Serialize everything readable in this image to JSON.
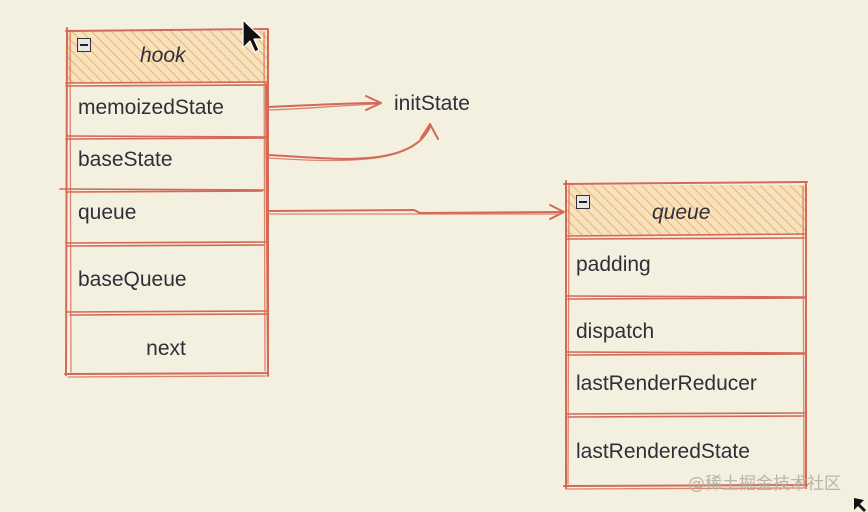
{
  "colors": {
    "background": "#f4f0e0",
    "stroke": "#d46a55",
    "header_fill": "#f3c98a",
    "text": "#2f2f3a"
  },
  "hook": {
    "title": "hook",
    "fields": [
      "memoizedState",
      "baseState",
      "queue",
      "baseQueue",
      "next"
    ]
  },
  "queue": {
    "title": "queue",
    "fields": [
      "padding",
      "dispatch",
      "lastRenderReducer",
      "lastRenderedState"
    ]
  },
  "init_state": {
    "label": "initState"
  },
  "watermark": {
    "text": "@稀土掘金技术社区"
  },
  "icons": {
    "collapse": "minus-square-icon",
    "cursor": "mouse-pointer-icon",
    "resize": "resize-arrow-icon"
  }
}
